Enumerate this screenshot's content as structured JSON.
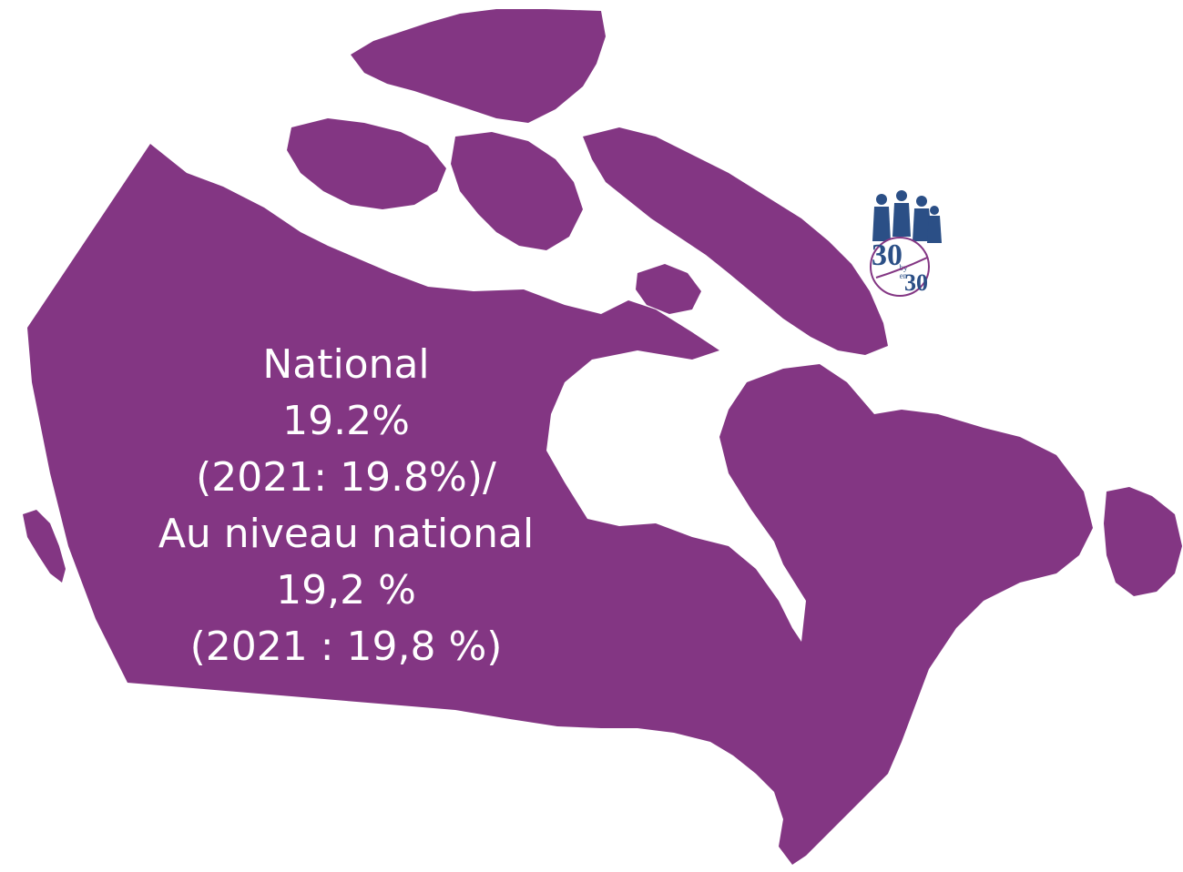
{
  "map": {
    "fill_color": "#833683",
    "background_color": "#ffffff",
    "region": "Canada"
  },
  "stat": {
    "line1": "National",
    "line2": "19.2%",
    "line3": "(2021: 19.8%)/",
    "line4": "Au niveau national",
    "line5": "19,2 %",
    "line6": "(2021 : 19,8 %)"
  },
  "logo": {
    "text_top": "30",
    "text_mid": "by",
    "text_en": "en",
    "text_bottom": "30",
    "color": "#2b4f86",
    "accent": "#833683"
  }
}
